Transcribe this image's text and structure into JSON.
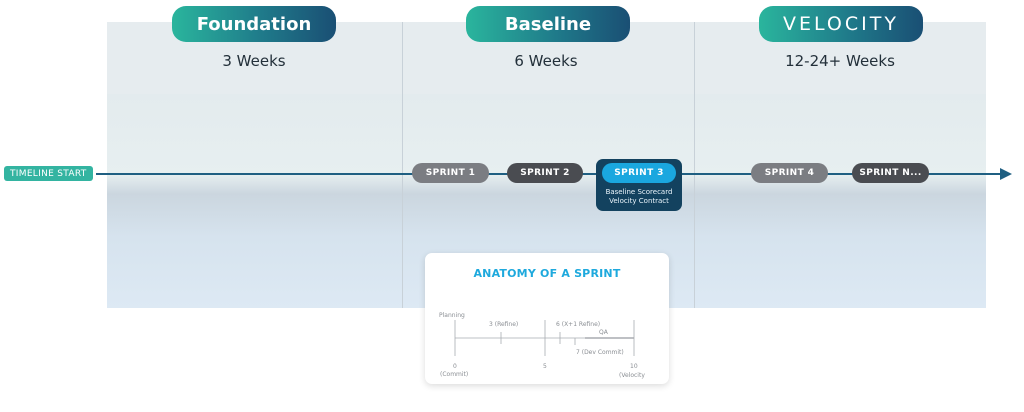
{
  "timeline": {
    "start_label": "TIMELINE START"
  },
  "phases": [
    {
      "name": "Foundation",
      "duration": "3 Weeks"
    },
    {
      "name": "Baseline",
      "duration": "6 Weeks"
    },
    {
      "name": "VELOCITY",
      "duration": "12-24+ Weeks"
    }
  ],
  "sprints": [
    "SPRINT 1",
    "SPRINT 2",
    "SPRINT 3",
    "SPRINT 4",
    "SPRINT N..."
  ],
  "highlight": {
    "line1": "Baseline Scorecard",
    "line2": "Velocity Contract"
  },
  "anatomy": {
    "title": "ANATOMY OF A SPRINT",
    "labels": {
      "planning": "Planning",
      "refine3": "3 (Refine)",
      "refine6": "6 (X+1 Refine)",
      "qa": "QA",
      "devcommit": "7 (Dev Commit)",
      "zero": "0",
      "commit": "(Commit)",
      "five": "5",
      "ten": "10",
      "velocity": "(Velocity"
    }
  },
  "colors": {
    "pill_gradient_start": "#2ab59d",
    "pill_gradient_end": "#1a4f74",
    "timeline_start_bg": "#33b4a1",
    "sprint_highlight": "#1aa7df",
    "sprint_highlight_box": "#13425f",
    "anatomy_title": "#1ea9dd"
  }
}
